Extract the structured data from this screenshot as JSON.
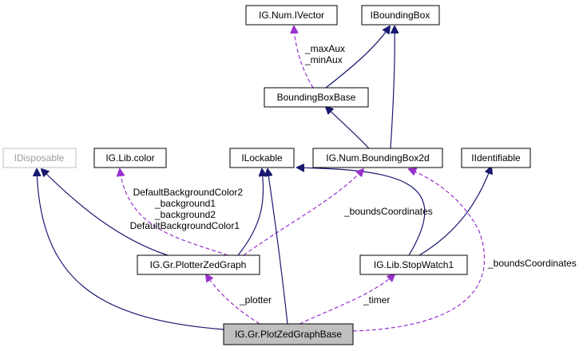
{
  "nodes": {
    "ivector": "IG.Num.IVector",
    "iboundingbox": "IBoundingBox",
    "boundingboxbase": "BoundingBoxBase",
    "idisposable": "IDisposable",
    "igcolor": "IG.Lib.color",
    "ilockable": "ILockable",
    "boundingbox2d": "IG.Num.BoundingBox2d",
    "iidentifiable": "IIdentifiable",
    "plotterzedgraph": "IG.Gr.PlotterZedGraph",
    "stopwatch1": "IG.Lib.StopWatch1",
    "plotzedgraphbase": "IG.Gr.PlotZedGraphBase"
  },
  "labels": {
    "maxaux": "_maxAux",
    "minaux": "_minAux",
    "color_line1": "DefaultBackgroundColor2",
    "color_line2": "_background1",
    "color_line3": "_background2",
    "color_line4": "DefaultBackgroundColor1",
    "bounds_coords_1": "_boundsCoordinates",
    "bounds_coords_2": "_boundsCoordinates",
    "plotter": "_plotter",
    "timer": "_timer"
  },
  "colors": {
    "inheritance_edge": "#191970",
    "usage_edge": "#9a32cd",
    "focus_fill": "#bfbfbf",
    "muted_border": "#bfbfbf"
  }
}
